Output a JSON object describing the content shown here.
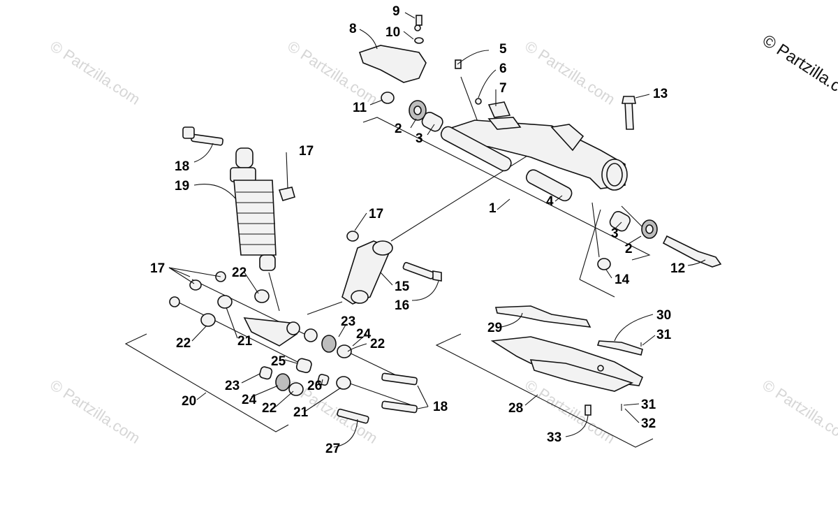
{
  "watermark": {
    "text": "© Partzilla.com",
    "corner_text": "© Partzilla.c"
  },
  "callouts": [
    {
      "id": "c1",
      "label": "1"
    },
    {
      "id": "c2a",
      "label": "2"
    },
    {
      "id": "c2b",
      "label": "2"
    },
    {
      "id": "c3a",
      "label": "3"
    },
    {
      "id": "c3b",
      "label": "3"
    },
    {
      "id": "c4",
      "label": "4"
    },
    {
      "id": "c5",
      "label": "5"
    },
    {
      "id": "c6",
      "label": "6"
    },
    {
      "id": "c7",
      "label": "7"
    },
    {
      "id": "c8",
      "label": "8"
    },
    {
      "id": "c9",
      "label": "9"
    },
    {
      "id": "c10",
      "label": "10"
    },
    {
      "id": "c11",
      "label": "11"
    },
    {
      "id": "c12",
      "label": "12"
    },
    {
      "id": "c13",
      "label": "13"
    },
    {
      "id": "c14",
      "label": "14"
    },
    {
      "id": "c15",
      "label": "15"
    },
    {
      "id": "c16",
      "label": "16"
    },
    {
      "id": "c17a",
      "label": "17"
    },
    {
      "id": "c17b",
      "label": "17"
    },
    {
      "id": "c17c",
      "label": "17"
    },
    {
      "id": "c18a",
      "label": "18"
    },
    {
      "id": "c18b",
      "label": "18"
    },
    {
      "id": "c19",
      "label": "19"
    },
    {
      "id": "c20",
      "label": "20"
    },
    {
      "id": "c21a",
      "label": "21"
    },
    {
      "id": "c21b",
      "label": "21"
    },
    {
      "id": "c22a",
      "label": "22"
    },
    {
      "id": "c22b",
      "label": "22"
    },
    {
      "id": "c22c",
      "label": "22"
    },
    {
      "id": "c22d",
      "label": "22"
    },
    {
      "id": "c23a",
      "label": "23"
    },
    {
      "id": "c23b",
      "label": "23"
    },
    {
      "id": "c24a",
      "label": "24"
    },
    {
      "id": "c24b",
      "label": "24"
    },
    {
      "id": "c25",
      "label": "25"
    },
    {
      "id": "c26",
      "label": "26"
    },
    {
      "id": "c27",
      "label": "27"
    },
    {
      "id": "c28",
      "label": "28"
    },
    {
      "id": "c29",
      "label": "29"
    },
    {
      "id": "c30",
      "label": "30"
    },
    {
      "id": "c31a",
      "label": "31"
    },
    {
      "id": "c31b",
      "label": "31"
    },
    {
      "id": "c32",
      "label": "32"
    },
    {
      "id": "c33",
      "label": "33"
    }
  ]
}
